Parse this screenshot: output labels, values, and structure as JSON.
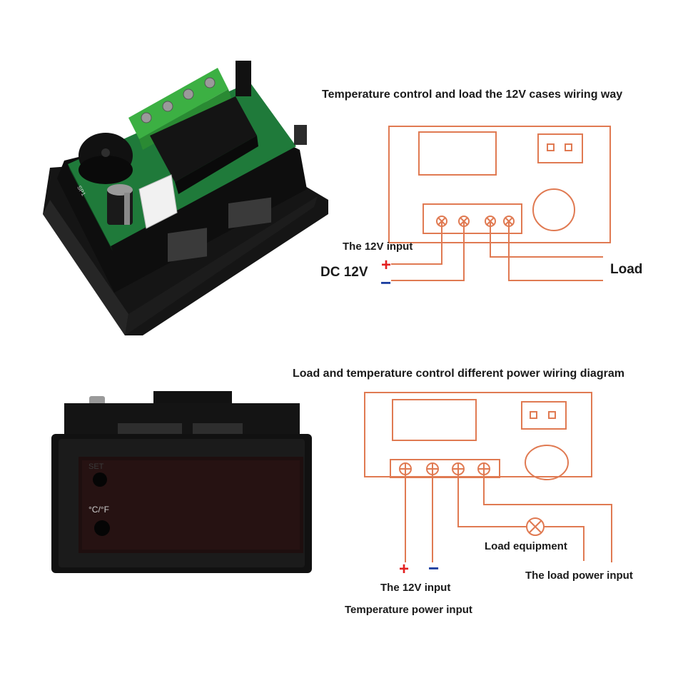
{
  "colors": {
    "wire": "#e07a52",
    "plus": "#e32020",
    "minus": "#1c3fa0",
    "text": "#1a1a1a",
    "pcb": "#1f7a3a",
    "terminal": "#3cb043",
    "housing": "#161616"
  },
  "diagram1": {
    "title": "Temperature control and load the 12V cases wiring way",
    "input_label": "The 12V input",
    "dc_label": "DC 12V",
    "plus": "+",
    "minus": "−",
    "load_label": "Load"
  },
  "diagram2": {
    "title": "Load and temperature control different power wiring diagram",
    "load_equipment": "Load equipment",
    "plus": "+",
    "minus": "−",
    "input_label": "The 12V input",
    "load_power_input": "The load power input",
    "temperature_power_input": "Temperature power input"
  },
  "product_back": {
    "pcb_print": "SP1"
  },
  "product_front": {
    "set_label": "SET",
    "unit_label": "°C/°F"
  }
}
